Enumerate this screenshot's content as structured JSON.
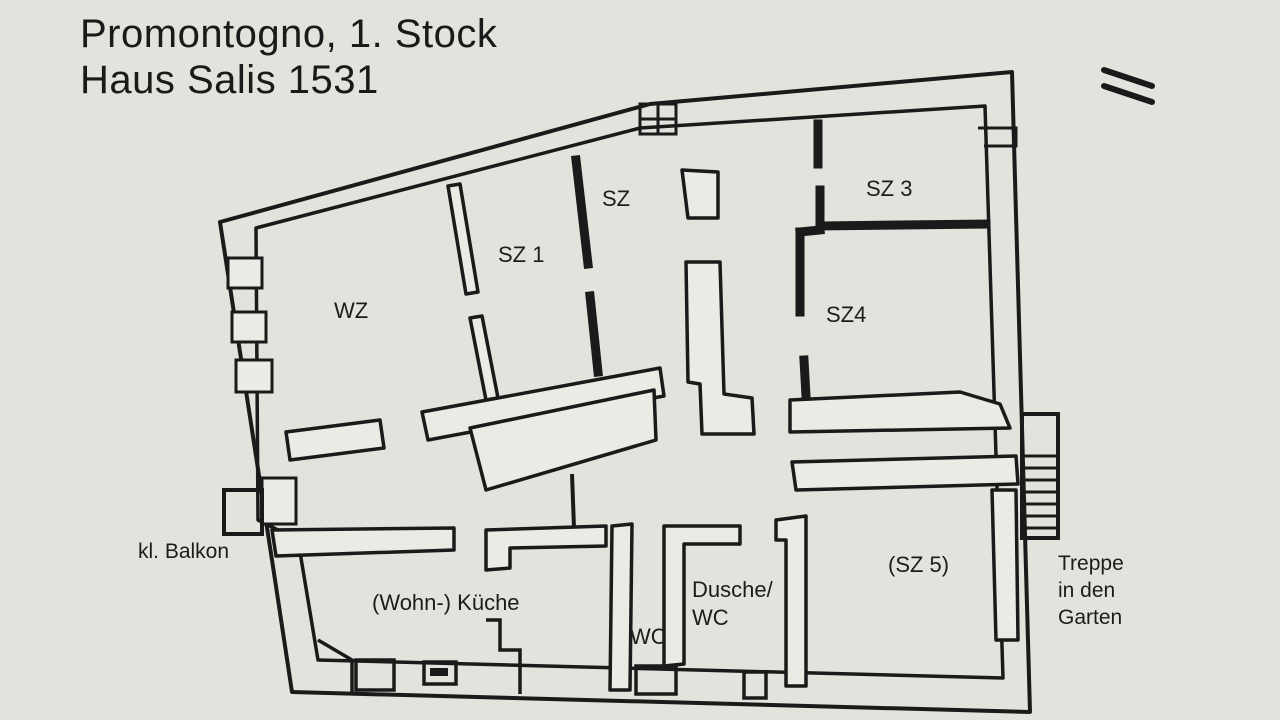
{
  "title": {
    "line1": "Promontogno, 1. Stock",
    "line2": "Haus Salis 1531"
  },
  "rooms": {
    "wz": "WZ",
    "sz1": "SZ 1",
    "sz": "SZ",
    "sz3": "SZ 3",
    "sz4": "SZ4",
    "sz5": "(SZ 5)",
    "kueche": "(Wohn-) Küche",
    "dusche_line1": "Dusche/",
    "dusche_line2": "WC",
    "wc": "WC"
  },
  "annotations": {
    "balkon": "kl. Balkon",
    "treppe_line1": "Treppe",
    "treppe_line2": "in den",
    "treppe_line3": "Garten"
  },
  "colors": {
    "background": "#e4e2dd",
    "ink": "#1a1a1a",
    "wall_fill": "#eceae5"
  }
}
